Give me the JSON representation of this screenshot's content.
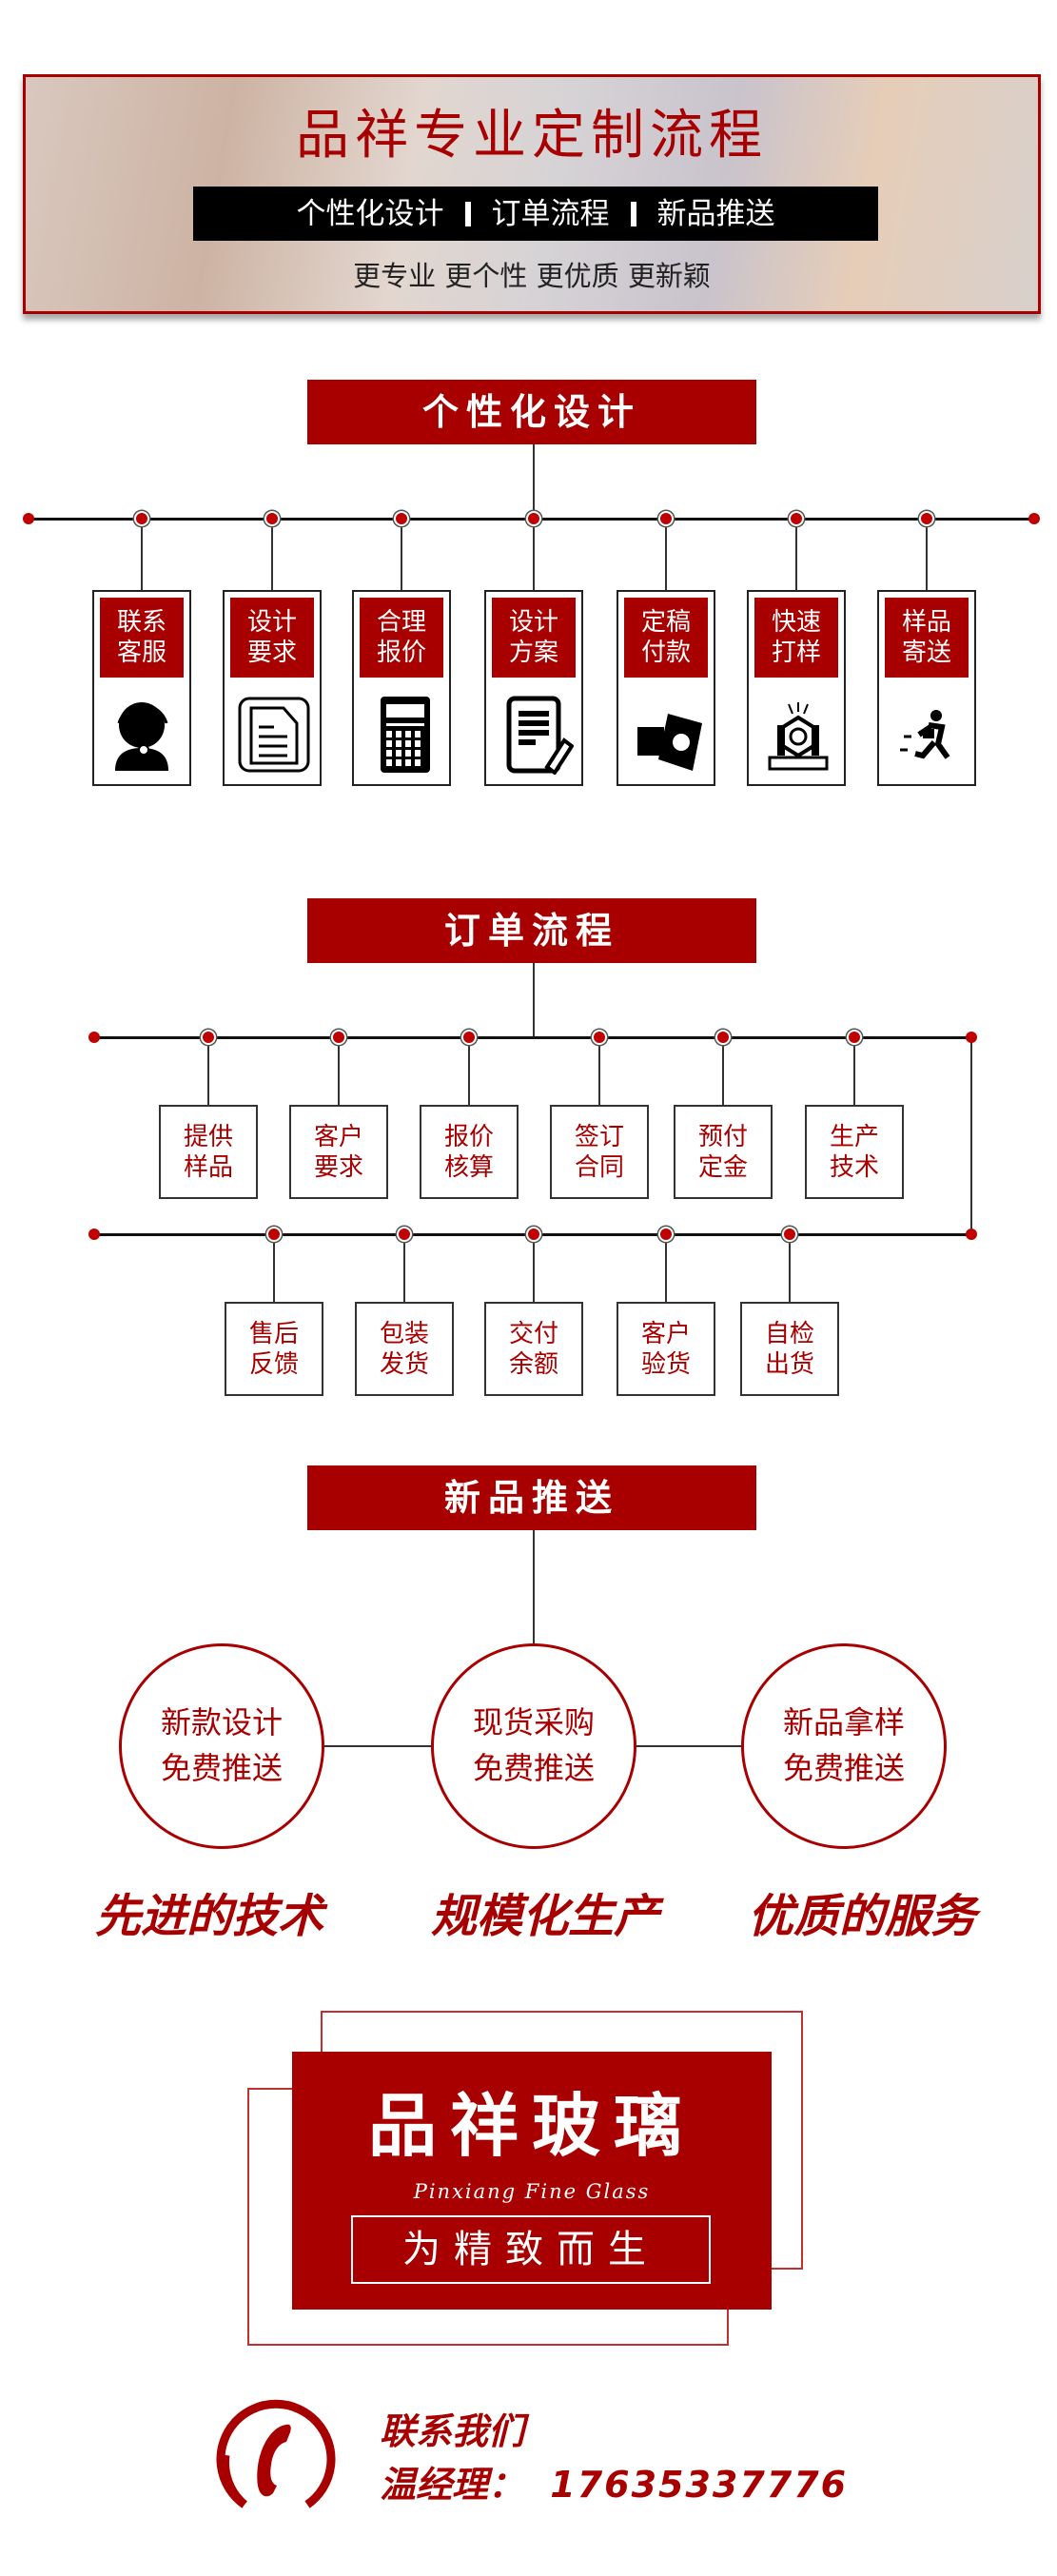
{
  "hero": {
    "title": "品祥专业定制流程",
    "nav": [
      "个性化设计",
      "订单流程",
      "新品推送"
    ],
    "subtitle": "更专业 更个性 更优质 更新颖"
  },
  "design": {
    "title": "个性化设计",
    "steps": [
      {
        "label": "联系\n客服",
        "icon": "customer-service-icon"
      },
      {
        "label": "设计\n要求",
        "icon": "document-icon"
      },
      {
        "label": "合理\n报价",
        "icon": "calculator-icon"
      },
      {
        "label": "设计\n方案",
        "icon": "edit-document-icon"
      },
      {
        "label": "定稿\n付款",
        "icon": "payment-icon"
      },
      {
        "label": "快速\n打样",
        "icon": "machine-icon"
      },
      {
        "label": "样品\n寄送",
        "icon": "courier-running-icon"
      }
    ]
  },
  "order": {
    "title": "订单流程",
    "row1": [
      "提供\n样品",
      "客户\n要求",
      "报价\n核算",
      "签订\n合同",
      "预付\n定金",
      "生产\n技术"
    ],
    "row2": [
      "售后\n反馈",
      "包装\n发货",
      "交付\n余额",
      "客户\n验货",
      "自检\n出货"
    ]
  },
  "newproduct": {
    "title": "新品推送",
    "circles": [
      "新款设计\n免费推送",
      "现货采购\n免费推送",
      "新品拿样\n免费推送"
    ],
    "taglines": [
      "先进的技术",
      "规模化生产",
      "优质的服务"
    ]
  },
  "brand": {
    "name": "品祥玻璃",
    "english": "Pinxiang Fine Glass",
    "slogan": "为精致而生"
  },
  "contact": {
    "heading": "联系我们",
    "manager_label": "温经理：",
    "phone": "17635337776"
  },
  "colors": {
    "accent": "#a80000",
    "line": "#111111"
  }
}
